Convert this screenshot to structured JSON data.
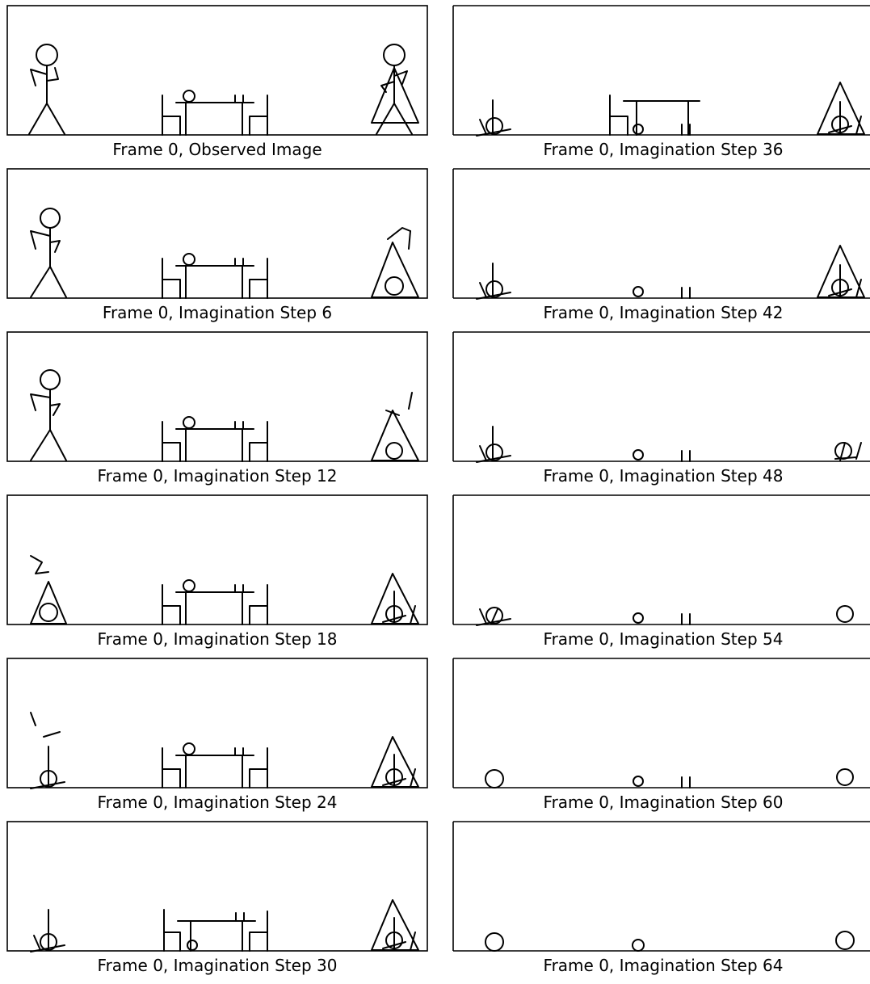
{
  "figure": {
    "panels": [
      {
        "caption": "Frame 0, Observed Image"
      },
      {
        "caption": "Frame 0, Imagination Step 6"
      },
      {
        "caption": "Frame 0, Imagination Step 12"
      },
      {
        "caption": "Frame 0, Imagination Step 18"
      },
      {
        "caption": "Frame 0, Imagination Step 24"
      },
      {
        "caption": "Frame 0, Imagination Step 30"
      },
      {
        "caption": "Frame 0, Imagination Step 36"
      },
      {
        "caption": "Frame 0, Imagination Step 42"
      },
      {
        "caption": "Frame 0, Imagination Step 48"
      },
      {
        "caption": "Frame 0, Imagination Step 54"
      },
      {
        "caption": "Frame 0, Imagination Step 60"
      },
      {
        "caption": "Frame 0, Imagination Step 64"
      }
    ]
  }
}
